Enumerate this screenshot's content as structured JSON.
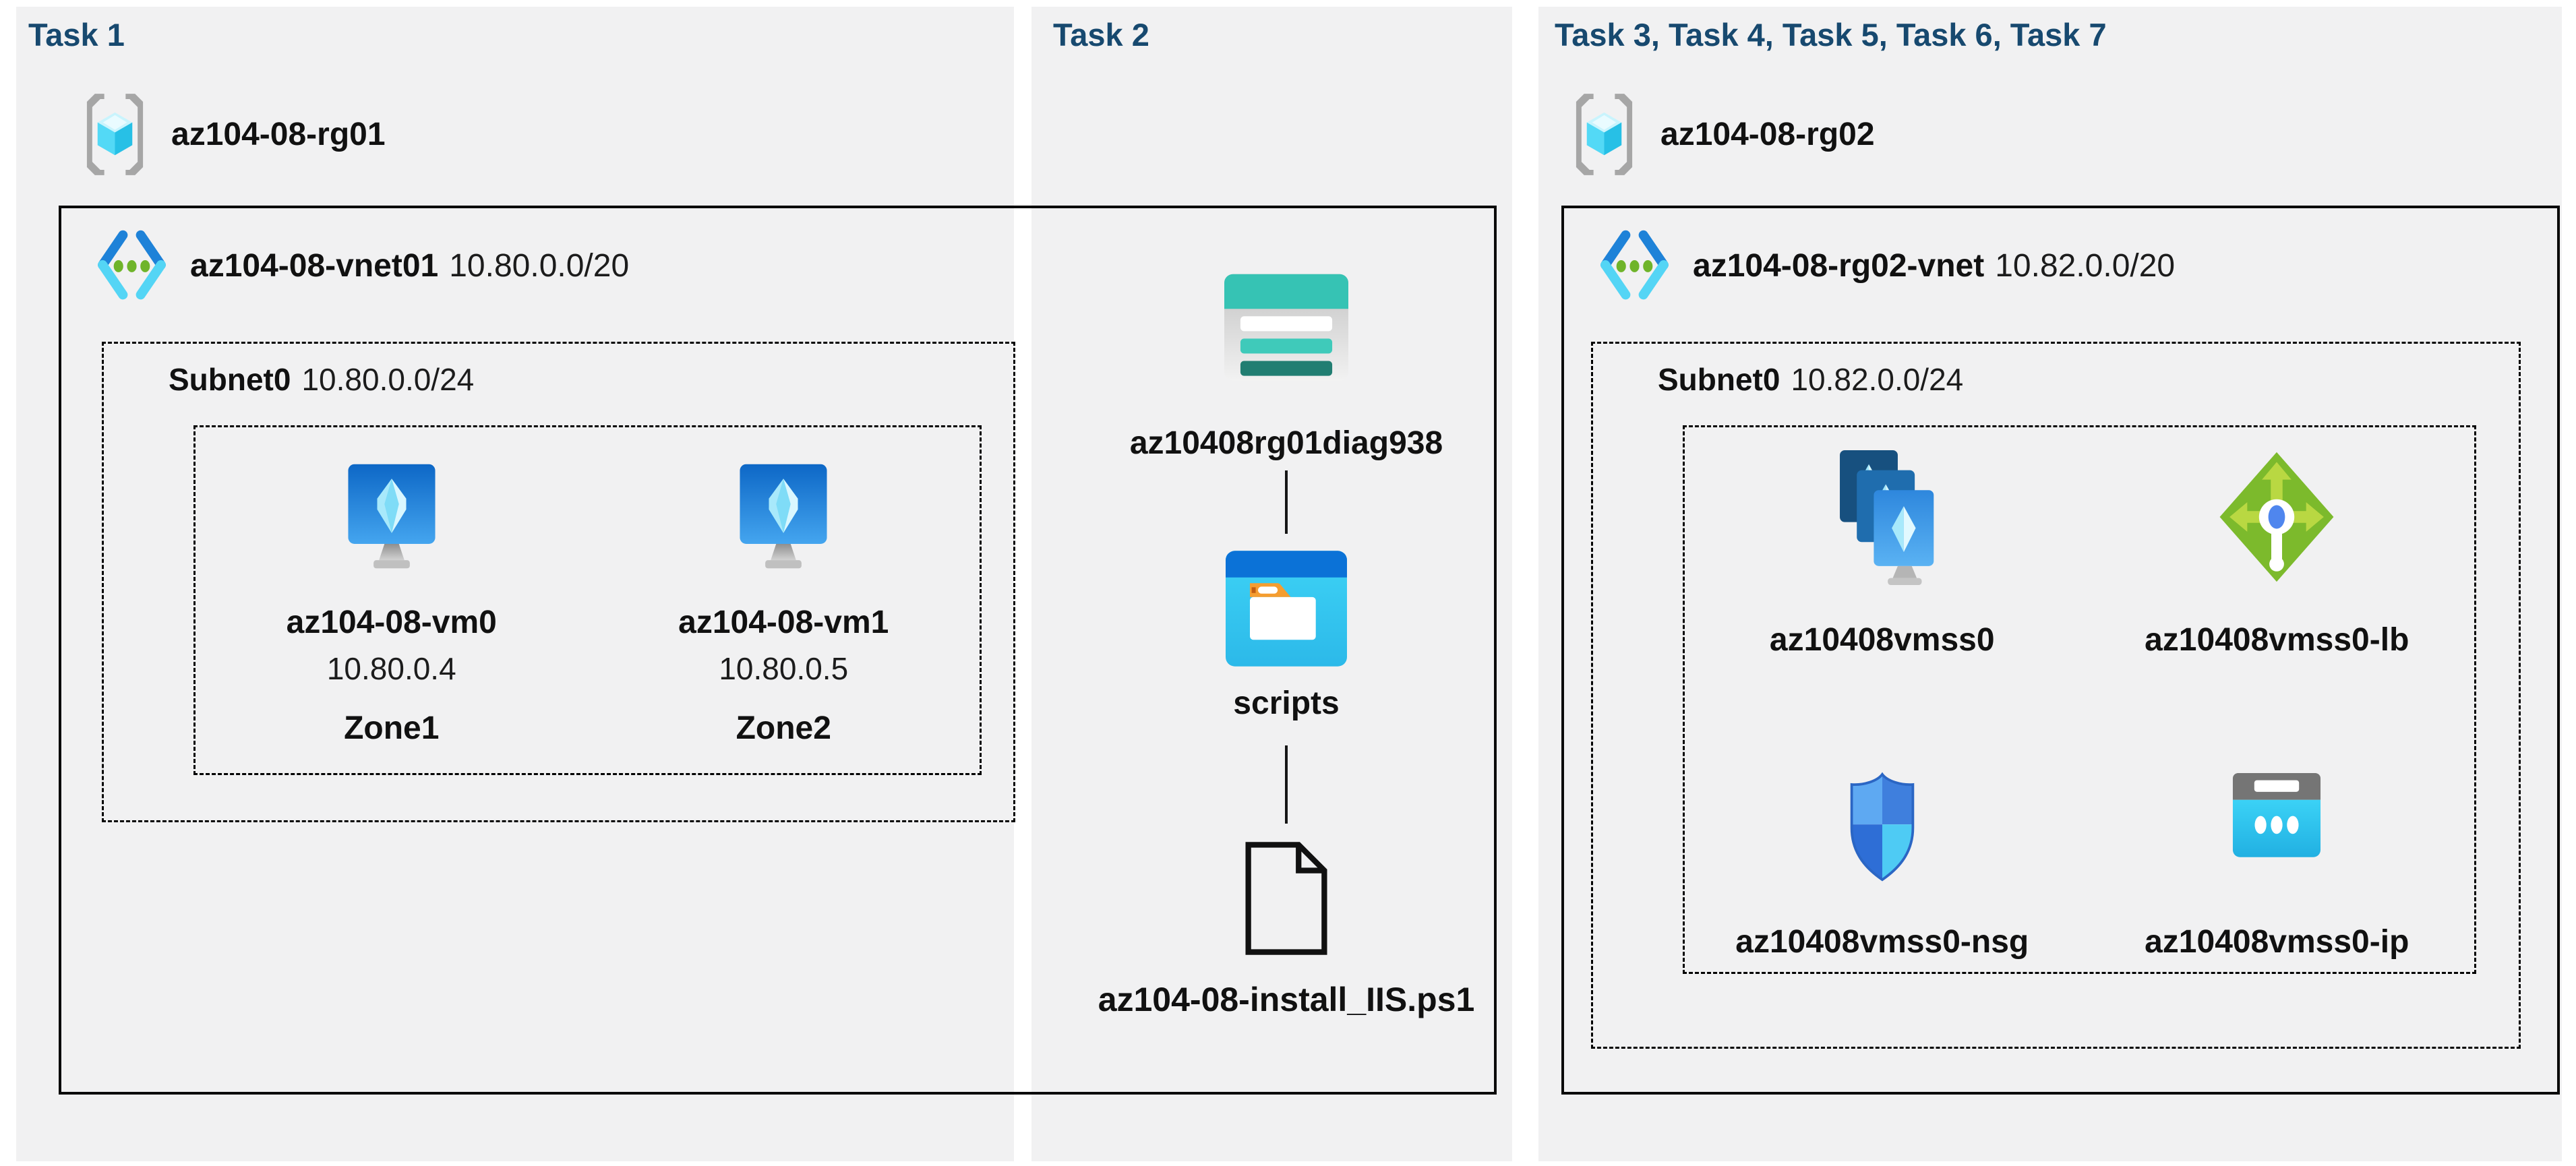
{
  "panels": [
    {
      "header": "Task 1",
      "resource_group": "az104-08-rg01",
      "vnet": {
        "name": "az104-08-vnet01",
        "cidr": "10.80.0.0/20"
      },
      "subnet": {
        "name": "Subnet0",
        "cidr": "10.80.0.0/24"
      },
      "vms": [
        {
          "name": "az104-08-vm0",
          "ip": "10.80.0.4",
          "zone": "Zone1"
        },
        {
          "name": "az104-08-vm1",
          "ip": "10.80.0.5",
          "zone": "Zone2"
        }
      ]
    },
    {
      "header": "Task 2",
      "storage_account": "az10408rg01diag938",
      "container": "scripts",
      "file": "az104-08-install_IIS.ps1"
    },
    {
      "header": "Task 3, Task 4, Task 5, Task 6, Task 7",
      "resource_group": "az104-08-rg02",
      "vnet": {
        "name": "az104-08-rg02-vnet",
        "cidr": "10.82.0.0/20"
      },
      "subnet": {
        "name": "Subnet0",
        "cidr": "10.82.0.0/24"
      },
      "resources": [
        {
          "name": "az10408vmss0",
          "icon": "vm-scale-set-icon"
        },
        {
          "name": "az10408vmss0-lb",
          "icon": "load-balancer-icon"
        },
        {
          "name": "az10408vmss0-nsg",
          "icon": "network-security-group-icon"
        },
        {
          "name": "az10408vmss0-ip",
          "icon": "public-ip-icon"
        }
      ]
    }
  ],
  "icons": [
    "resource-group-icon",
    "virtual-network-icon",
    "virtual-machine-icon",
    "storage-account-icon",
    "blob-container-icon",
    "file-icon",
    "vm-scale-set-icon",
    "load-balancer-icon",
    "network-security-group-icon",
    "public-ip-icon"
  ],
  "colors": {
    "page_bg": "#ffffff",
    "panel_bg": "#f1f1f2",
    "header_text": "#17496f",
    "label_text": "#111111",
    "box_border": "#0a0a0a",
    "bracket_gray": "#a6a6a6",
    "rg_cube_cyan": "#53d9f6",
    "vnet_blue": "#1e82d8",
    "vnet_cyan": "#54d5f5",
    "vnet_dot_green": "#6fb42a",
    "vm_blue_top": "#0d67c6",
    "vm_blue_bottom": "#44a5ef",
    "storage_teal": "#36c3b4",
    "storage_teal_dark": "#217e72",
    "container_header_blue": "#0b72d7",
    "container_cyan": "#35cdf2",
    "folder_orange": "#f59d2f",
    "lb_green": "#7cba2c",
    "lb_arrow_green": "#b9d842",
    "lb_dot_blue": "#4f86ee",
    "nsg_blue_light": "#5ea9f2",
    "nsg_blue_mid": "#3f7fdd",
    "nsg_blue_dark": "#2e6ed6",
    "nsg_cyan": "#4ecbf4",
    "ip_gray": "#757575",
    "ip_cyan": "#35ccf1"
  }
}
